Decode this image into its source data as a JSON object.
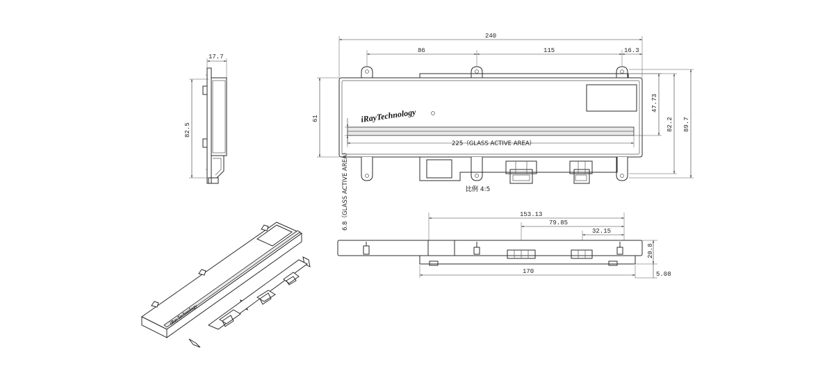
{
  "brand": {
    "logo_text": "iRayTechnology"
  },
  "dimensions": {
    "side_width": "17.7",
    "side_height": "82.5",
    "total_width": "240",
    "seg_86": "86",
    "seg_115": "115",
    "seg_16_3": "16.3",
    "height_61": "61",
    "height_47_73": "47.73",
    "height_82_2": "82.2",
    "height_89_7": "89.7",
    "active_area": "225（GLASS ACTIVE AREA）",
    "active_height": "6.8（GLASS ACTIVE AREA）",
    "bottom_153_13": "153.13",
    "bottom_79_85": "79.85",
    "bottom_32_15": "32.15",
    "bottom_170": "170",
    "bottom_20_8": "20.8",
    "bottom_5_08": "5.08"
  },
  "scale_label": "比例 4:5"
}
